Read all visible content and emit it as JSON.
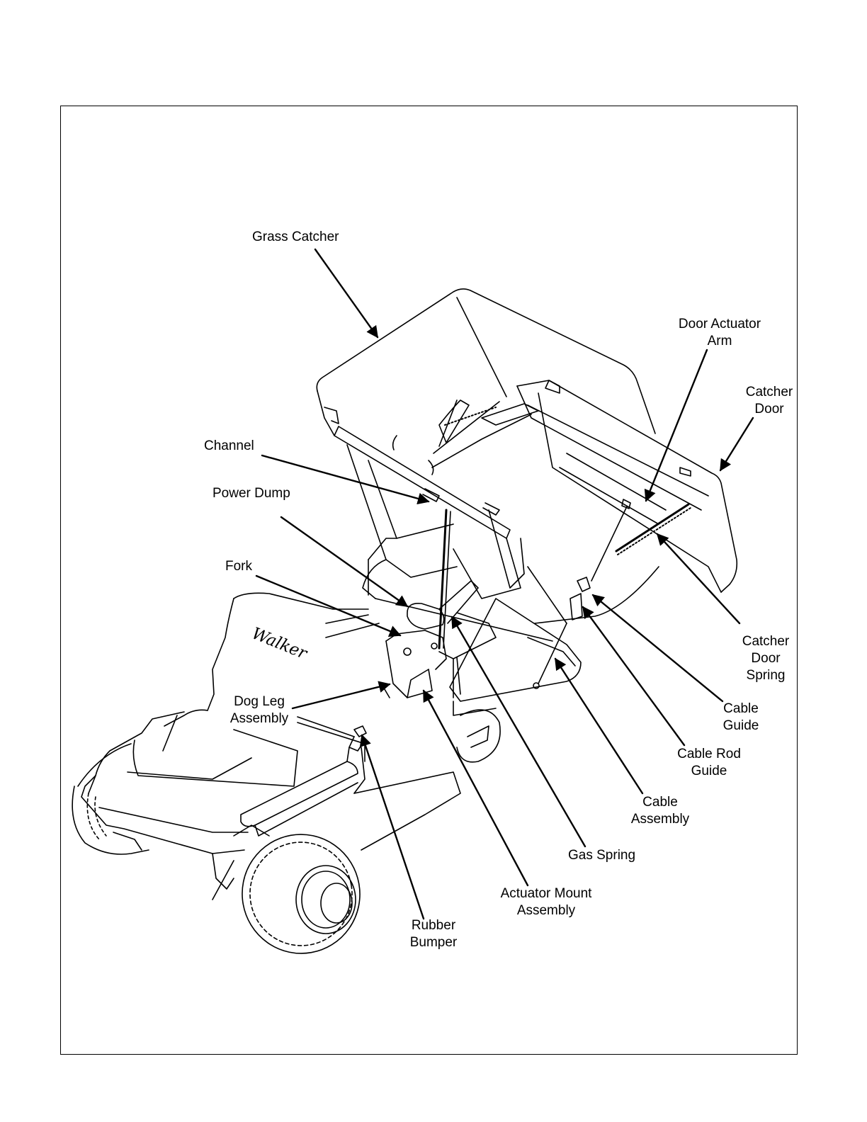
{
  "diagram": {
    "brand_text": "Walker",
    "labels": {
      "grass_catcher": [
        "Grass Catcher"
      ],
      "door_actuator_arm": [
        "Door Actuator",
        "Arm"
      ],
      "catcher_door": [
        "Catcher",
        "Door"
      ],
      "channel": [
        "Channel"
      ],
      "power_dump": [
        "Power Dump"
      ],
      "fork": [
        "Fork"
      ],
      "catcher_door_spring": [
        "Catcher",
        "Door",
        "Spring"
      ],
      "dog_leg_assembly": [
        "Dog Leg",
        "Assembly"
      ],
      "cable_guide": [
        "Cable",
        "Guide"
      ],
      "cable_rod_guide": [
        "Cable Rod",
        "Guide"
      ],
      "cable_assembly": [
        "Cable",
        "Assembly"
      ],
      "gas_spring": [
        "Gas Spring"
      ],
      "actuator_mount_assembly": [
        "Actuator Mount",
        "Assembly"
      ],
      "rubber_bumper": [
        "Rubber",
        "Bumper"
      ]
    }
  }
}
